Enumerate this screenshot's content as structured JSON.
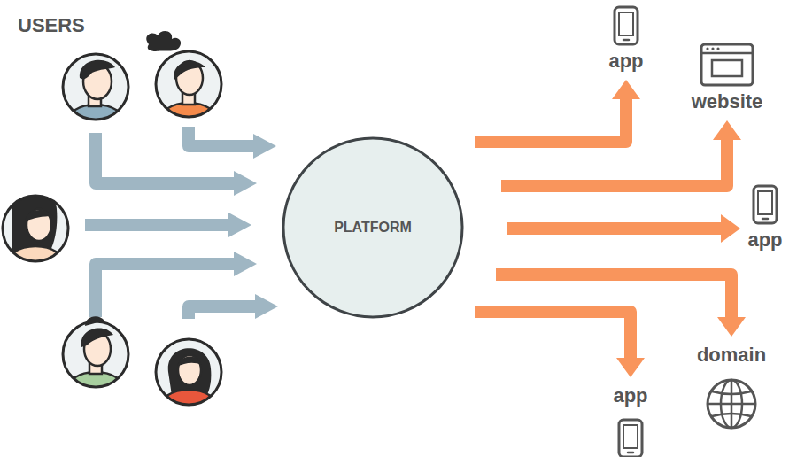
{
  "diagram": {
    "nodes": [
      {
        "text": [
          "PLATFORM"
        ]
      },
      {
        "text": [
          "app"
        ]
      },
      {
        "text": [
          "website"
        ]
      },
      {
        "text": [
          "app"
        ]
      },
      {
        "text": [
          "domain"
        ]
      },
      {
        "text": [
          "app"
        ]
      }
    ],
    "edges": [
      {
        "from": 0,
        "to": 1,
        "arrow": "to"
      },
      {
        "from": 0,
        "to": 2,
        "arrow": "to"
      },
      {
        "from": 0,
        "to": 3,
        "arrow": "to"
      },
      {
        "from": 0,
        "to": 4,
        "arrow": "to"
      },
      {
        "from": 0,
        "to": 5,
        "arrow": "to"
      }
    ],
    "labels": [
      "USERS"
    ]
  }
}
